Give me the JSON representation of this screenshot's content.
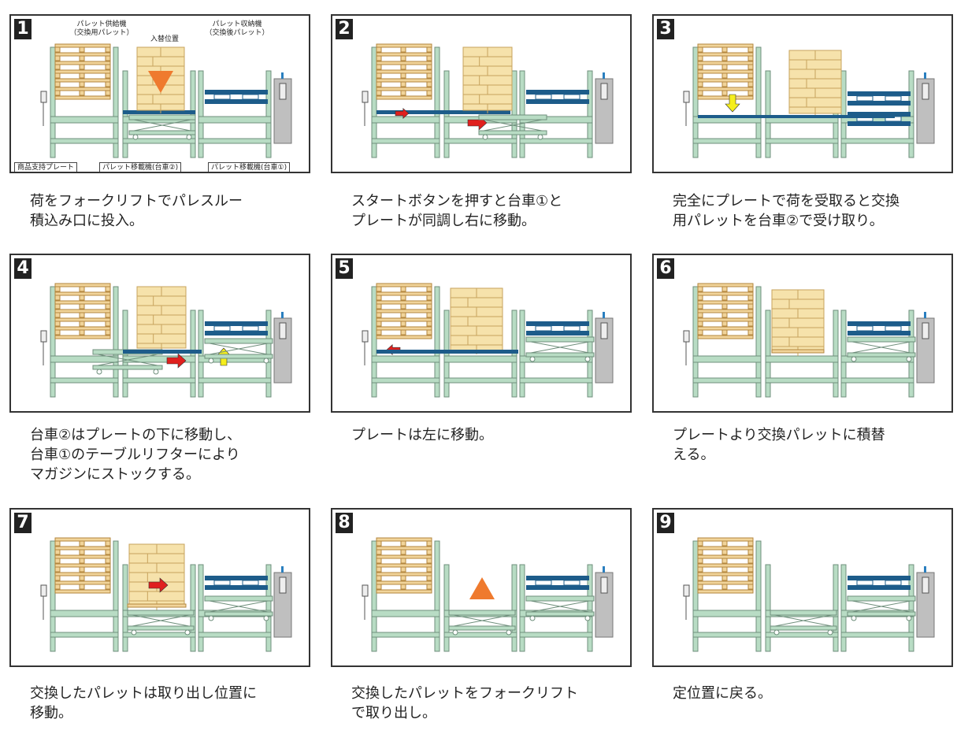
{
  "colors": {
    "frame": "#b8dcc4",
    "frame_stroke": "#6f8f7c",
    "wood": "#f1d49a",
    "wood_stroke": "#b3863e",
    "box": "#f6e2ab",
    "box_stroke": "#c7a35c",
    "blue": "#1d5c8a",
    "red": "#e0201e",
    "yellow": "#f5ee1d",
    "orange": "#ef7a2e",
    "cabinet": "#bfbfbf"
  },
  "steps": [
    {
      "number": "1",
      "caption": "荷をフォークリフトでパレスルー\n積込み口に投入。"
    },
    {
      "number": "2",
      "caption": "スタートボタンを押すと台車①と\nプレートが同調し右に移動。"
    },
    {
      "number": "3",
      "caption": "完全にプレートで荷を受取ると交換\n用パレットを台車②で受け取り。"
    },
    {
      "number": "4",
      "caption": "台車②はプレートの下に移動し、\n台車①のテーブルリフターにより\nマガジンにストックする。"
    },
    {
      "number": "5",
      "caption": "プレートは左に移動。"
    },
    {
      "number": "6",
      "caption": "プレートより交換パレットに積替\nえる。"
    },
    {
      "number": "7",
      "caption": "交換したパレットは取り出し位置に\n移動。"
    },
    {
      "number": "8",
      "caption": "交換したパレットをフォークリフト\nで取り出し。"
    },
    {
      "number": "9",
      "caption": "定位置に戻る。"
    }
  ],
  "step1_labels": {
    "supply": "パレット供給機\n（交換用パレット）",
    "swap": "入替位置",
    "storage": "パレット収納機\n（交換後パレット）",
    "plate": "商品支持プレート",
    "cart2": "パレット移載機(台車②)",
    "cart1": "パレット移載機(台車①)"
  }
}
